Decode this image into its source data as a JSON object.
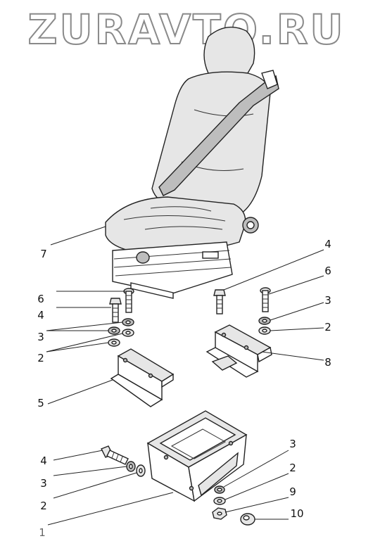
{
  "watermark": "ZURAVTO.RU",
  "callouts": [
    {
      "id": "c7",
      "label": "7"
    },
    {
      "id": "c4a",
      "label": "4"
    },
    {
      "id": "c6a",
      "label": "6"
    },
    {
      "id": "c6b",
      "label": "6"
    },
    {
      "id": "c4b",
      "label": "4"
    },
    {
      "id": "c3a",
      "label": "3"
    },
    {
      "id": "c3b",
      "label": "3"
    },
    {
      "id": "c2a",
      "label": "2"
    },
    {
      "id": "c2b",
      "label": "2"
    },
    {
      "id": "c8",
      "label": "8"
    },
    {
      "id": "c5",
      "label": "5"
    },
    {
      "id": "c4c",
      "label": "4"
    },
    {
      "id": "c3c",
      "label": "3"
    },
    {
      "id": "c3d",
      "label": "3"
    },
    {
      "id": "c2c",
      "label": "2"
    },
    {
      "id": "c2d",
      "label": "2"
    },
    {
      "id": "c9",
      "label": "9"
    },
    {
      "id": "c10",
      "label": "10"
    },
    {
      "id": "c1",
      "label": "1"
    }
  ]
}
